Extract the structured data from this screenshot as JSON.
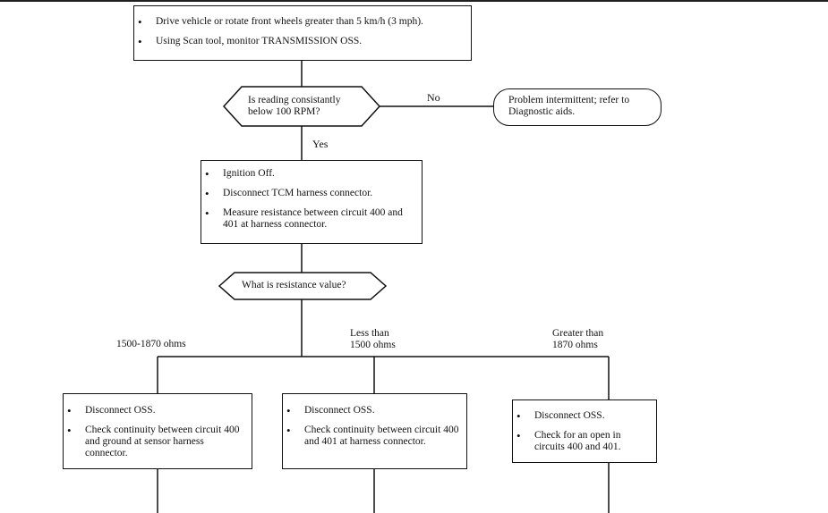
{
  "flowchart": {
    "step1": {
      "items": [
        "Drive vehicle or rotate front wheels greater than 5 km/h (3 mph).",
        "Using Scan tool, monitor TRANSMISSION OSS."
      ]
    },
    "decision1": {
      "line1": "Is reading consistantly",
      "line2": "below 100 RPM?"
    },
    "branch_no": {
      "label": "No",
      "terminal_line1": "Problem intermittent; refer to",
      "terminal_line2": "Diagnostic aids."
    },
    "branch_yes": {
      "label": "Yes"
    },
    "step2": {
      "items": [
        "Ignition Off.",
        "Disconnect TCM harness connector.",
        "Measure resistance between circuit 400 and 401 at harness connector."
      ]
    },
    "decision2": {
      "text": "What is resistance value?"
    },
    "branches": [
      {
        "label_line1": "1500-1870 ohms",
        "label_line2": "",
        "items": [
          "Disconnect OSS.",
          "Check continuity between circuit 400 and ground at sensor harness connector."
        ]
      },
      {
        "label_line1": "Less than",
        "label_line2": "1500 ohms",
        "items": [
          "Disconnect OSS.",
          "Check continuity between circuit 400 and 401 at harness connector."
        ]
      },
      {
        "label_line1": "Greater than",
        "label_line2": "1870 ohms",
        "items": [
          "Disconnect OSS.",
          "Check for an open in circuits 400 and 401."
        ]
      }
    ]
  }
}
